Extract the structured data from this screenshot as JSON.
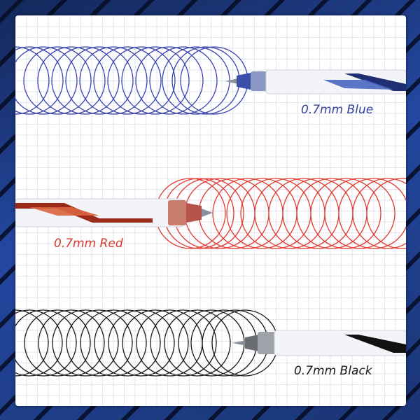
{
  "product": {
    "type": "retractable gel pen set",
    "background_color": "#1d3b80",
    "card_color": "#ffffff"
  },
  "pens": [
    {
      "label": "0.7mm Blue",
      "color": "#33409a",
      "ink_hex": "#3a44b0",
      "side": "right"
    },
    {
      "label": "0.7mm Red",
      "color": "#d63a2e",
      "ink_hex": "#e03c34",
      "side": "left"
    },
    {
      "label": "0.7mm Black",
      "color": "#1a1a1a",
      "ink_hex": "#1a1a1a",
      "side": "right"
    }
  ]
}
